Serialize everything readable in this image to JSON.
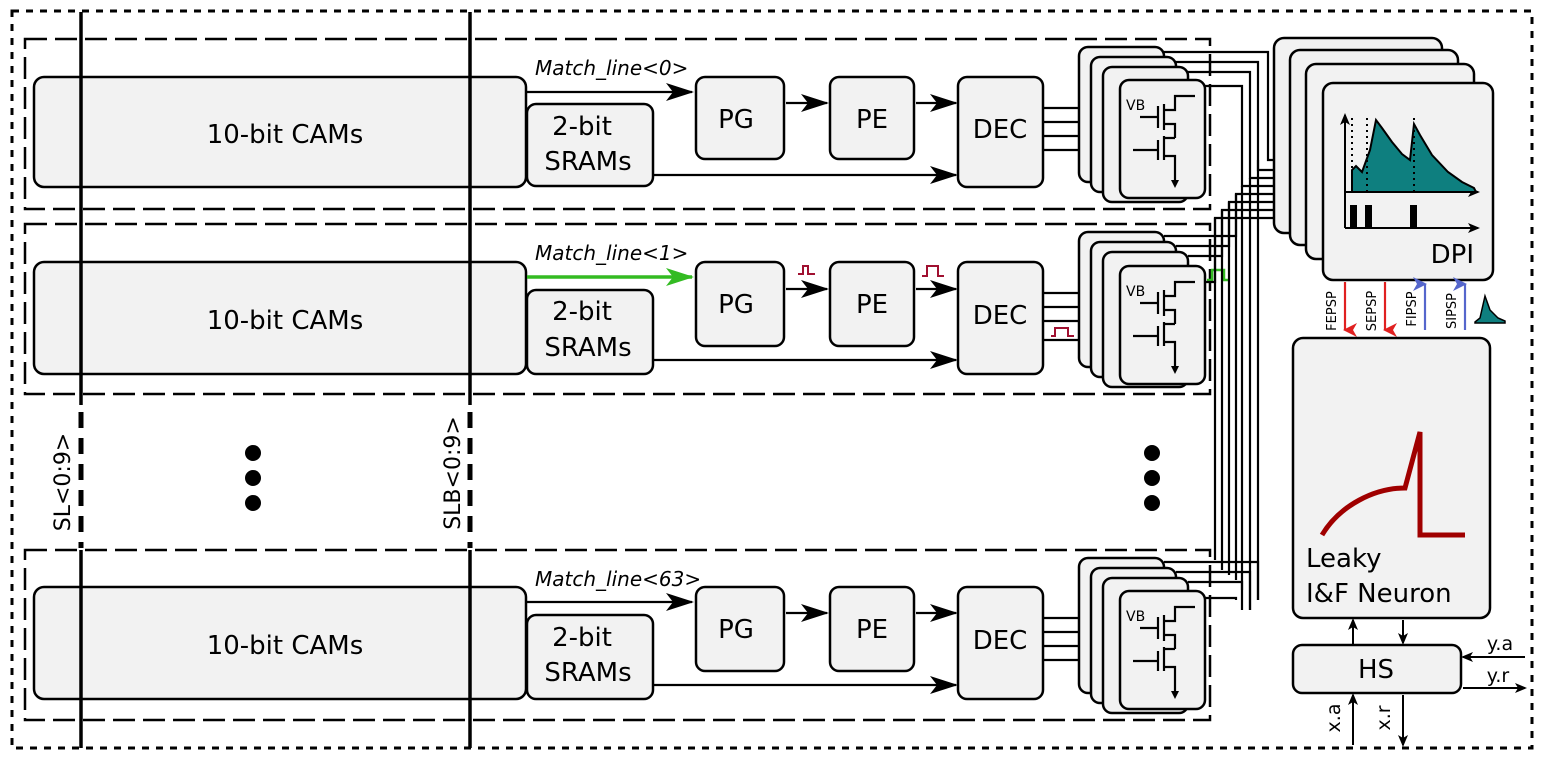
{
  "labels": {
    "cams": "10-bit CAMs",
    "sram_line1": "2-bit",
    "sram_line2": "SRAMs",
    "pg": "PG",
    "pe": "PE",
    "dec": "DEC",
    "vb": "VB",
    "dpi": "DPI",
    "neuron_line1": "Leaky",
    "neuron_line2": "I&F Neuron",
    "hs": "HS",
    "sl_bus": "SL<0:9>",
    "slb_bus": "SLB<0:9>",
    "fepsp": "FEPSP",
    "sepsp": "SEPSP",
    "fipsp": "FIPSP",
    "sipsp": "SIPSP",
    "ya": "y.a",
    "yr": "y.r",
    "xa": "x.a",
    "xr": "x.r"
  },
  "rows": [
    {
      "match_line": "Match_line<0>"
    },
    {
      "match_line": "Match_line<1>"
    },
    {
      "match_line": "Match_line<63>"
    }
  ],
  "colors": {
    "highlight_green": "#33bb22",
    "pulse_red": "#a01030",
    "excitatory_red": "#e02020",
    "inhibitory_blue": "#5566cc",
    "dpi_fill": "#0e7f7f",
    "neuron_curve": "#a00000"
  }
}
